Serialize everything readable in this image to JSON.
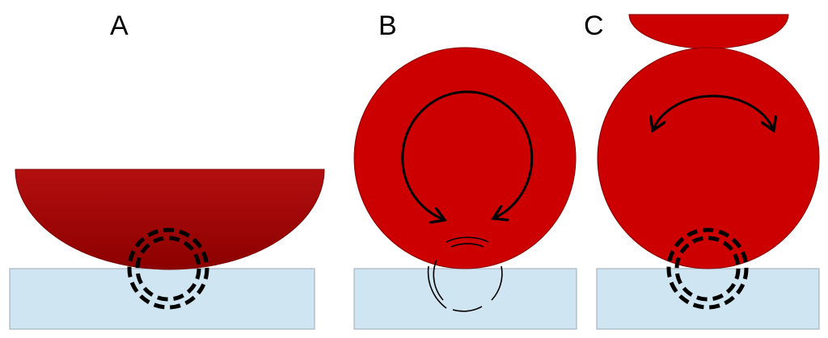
{
  "panels": [
    {
      "label": "A"
    },
    {
      "label": "B"
    },
    {
      "label": "C"
    }
  ],
  "colors": {
    "drop_fill": "#cc0000",
    "drop_edge": "#8a0000",
    "drop_gradient_top": "#b30f0f",
    "drop_gradient_bottom": "#8c0000",
    "surface_fill": "#cfe5f2",
    "surface_edge": "#9aa9b4",
    "marker": "#000000"
  },
  "icons": {
    "contact_zone": "dashed-double-circle",
    "rotation": "curved-arrow",
    "deformation": "arc-lines"
  }
}
